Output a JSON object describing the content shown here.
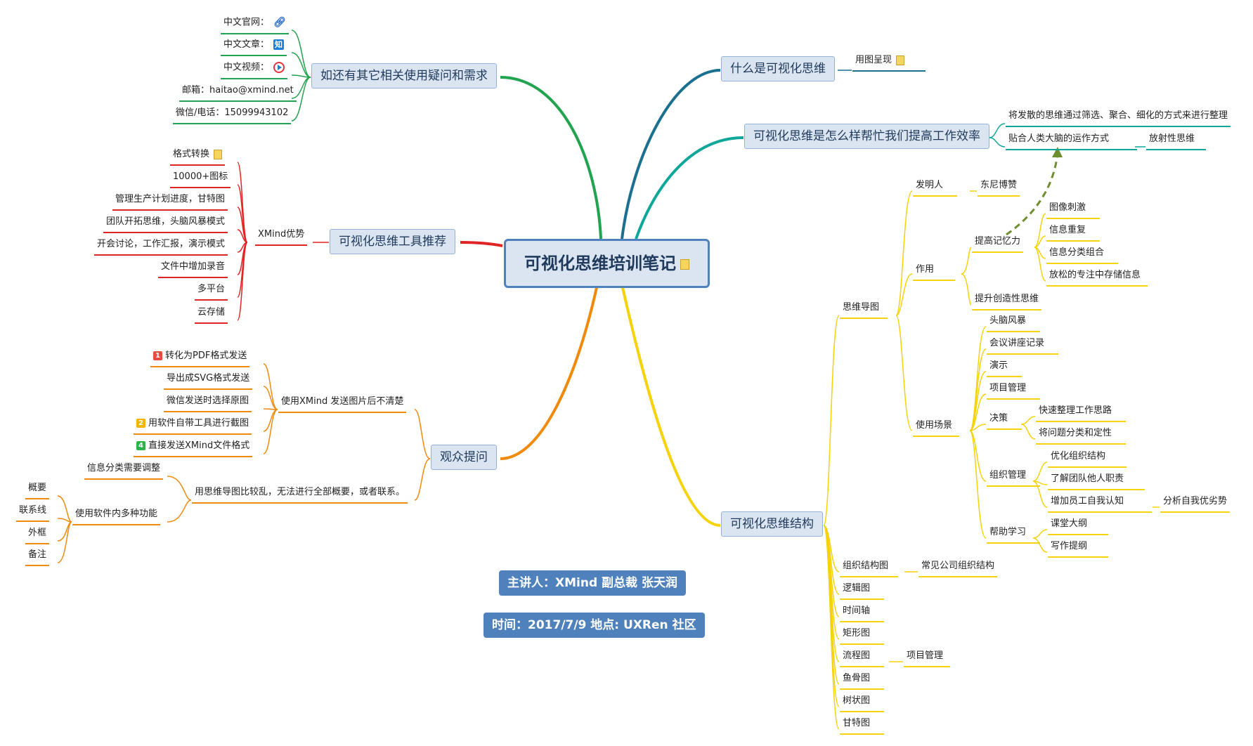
{
  "colors": {
    "accent": "#4f81bd",
    "topic_fill": "#dbe5f1",
    "branch_green": "#21a34f",
    "branch_red": "#e02424",
    "branch_orange": "#f08a0d",
    "branch_yellow": "#f5d20a",
    "branch_teal": "#10a79b",
    "branch_blue": "#1b6f8f",
    "priority_red": "#e84c3d",
    "priority_orange": "#f4b400",
    "priority_green": "#2db34a",
    "dashed_arrow": "#6f8f2f"
  },
  "central": {
    "label": "可视化思维培训笔记",
    "icon": "note-icon"
  },
  "info": {
    "speaker": "主讲人：XMind 副总裁 张天润",
    "time_place": "时间：2017/7/9  地点:  UXRen 社区"
  },
  "left": {
    "contact": {
      "label": "如还有其它相关使用疑问和需求",
      "items": [
        {
          "label": "中文官网：",
          "icon": "link-icon"
        },
        {
          "label": "中文文章：",
          "icon": "zhihu-icon",
          "icon_text": "知"
        },
        {
          "label": "中文视频：",
          "icon": "video-icon"
        },
        {
          "label": "邮箱：haitao@xmind.net"
        },
        {
          "label": "微信/电话：15099943102"
        }
      ]
    },
    "tools": {
      "label": "可视化思维工具推荐",
      "sub": "XMind优势",
      "items": [
        {
          "label": "格式转换",
          "icon": "note-icon"
        },
        {
          "label": "10000+图标"
        },
        {
          "label": "管理生产计划进度，甘特图"
        },
        {
          "label": "团队开拓思维，头脑风暴模式"
        },
        {
          "label": "开会讨论，工作汇报，演示模式"
        },
        {
          "label": "文件中增加录音"
        },
        {
          "label": "多平台"
        },
        {
          "label": "云存储"
        }
      ]
    },
    "qa": {
      "label": "观众提问",
      "q1": {
        "label": "使用XMind 发送图片后不清楚",
        "items": [
          {
            "label": "转化为PDF格式发送",
            "priority": "1"
          },
          {
            "label": "导出成SVG格式发送"
          },
          {
            "label": "微信发送时选择原图"
          },
          {
            "label": "用软件自带工具进行截图",
            "priority": "2"
          },
          {
            "label": "直接发送XMind文件格式",
            "priority": "4"
          }
        ]
      },
      "q2": {
        "label": "用思维导图比较乱，无法进行全部概要，或者联系。",
        "a1": "信息分类需要调整",
        "a2": "使用软件内多种功能",
        "features": [
          "概要",
          "联系线",
          "外框",
          "备注"
        ]
      }
    }
  },
  "right": {
    "what": {
      "label": "什么是可视化思维",
      "child": "用图呈现",
      "child_icon": "note-icon"
    },
    "how": {
      "label": "可视化思维是怎么样帮忙我们提高工作效率",
      "c1": "将发散的思维通过筛选、聚合、细化的方式来进行整理",
      "c2": "贴合人类大脑的运作方式",
      "c2_child": "放射性思维"
    },
    "structure": {
      "label": "可视化思维结构",
      "mindmap": {
        "label": "思维导图",
        "inventor": "发明人",
        "inventor_name": "东尼博赞",
        "role": "作用",
        "memory": "提高记忆力",
        "memory_items": [
          "图像刺激",
          "信息重复",
          "信息分类组合",
          "放松的专注中存储信息"
        ],
        "creative": "提升创造性思维",
        "scenes": "使用场景",
        "scene_items": [
          "头脑风暴",
          "会议讲座记录",
          "演示",
          "项目管理"
        ],
        "decision": "决策",
        "decision_items": [
          "快速整理工作思路",
          "将问题分类和定性"
        ],
        "org": "组织管理",
        "org_items": [
          "优化组织结构",
          "了解团队他人职责",
          "增加员工自我认知"
        ],
        "org_extra": "分析自我优劣势",
        "study": "帮助学习",
        "study_items": [
          "课堂大纲",
          "写作提纲"
        ]
      },
      "orgchart": "组织结构图",
      "orgchart_child": "常见公司组织结构",
      "others": [
        "逻辑图",
        "时间轴",
        "矩形图"
      ],
      "flow": "流程图",
      "flow_child": "项目管理",
      "others2": [
        "鱼骨图",
        "树状图",
        "甘特图"
      ]
    }
  }
}
